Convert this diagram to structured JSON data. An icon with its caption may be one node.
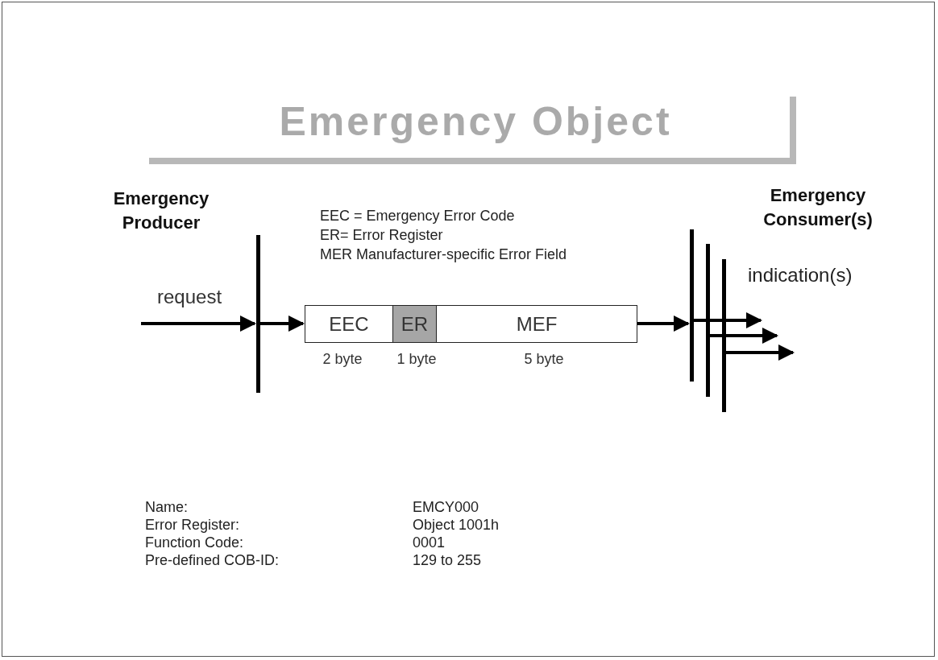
{
  "diagram": {
    "title": "Emergency Object",
    "nodes": [
      {
        "text": [],
        "shape": "bar"
      },
      {
        "text": [
          "EEC"
        ],
        "beside": [
          "2 byte"
        ]
      },
      {
        "text": [
          "ER"
        ],
        "beside": [
          "1 byte"
        ]
      },
      {
        "text": [
          "MEF"
        ],
        "beside": [
          "5 byte"
        ]
      },
      {
        "text": [],
        "shape": "bar"
      },
      {
        "text": [],
        "shape": "bar"
      },
      {
        "text": [],
        "shape": "bar"
      }
    ],
    "edges": [
      {
        "from": null,
        "to": 0,
        "arrow": "to",
        "label": "request"
      },
      {
        "from": 0,
        "to": 1,
        "arrow": "to"
      },
      {
        "from": 3,
        "to": 4,
        "arrow": "to"
      },
      {
        "from": 4,
        "to": null,
        "arrow": "to"
      },
      {
        "from": 5,
        "to": null,
        "arrow": "to"
      },
      {
        "from": 6,
        "to": null,
        "arrow": "to"
      }
    ],
    "labels": [
      "Emergency Producer",
      "Emergency Consumer(s)",
      "EEC = Emergency Error Code",
      "ER= Error Register",
      "MER Manufacturer-specific Error Field",
      "indication(s)",
      "Name:",
      "EMCY000",
      "Error Register:",
      "Object 1001h",
      "Function Code:",
      "0001",
      "Pre-defined COB-ID:",
      "129 to 255"
    ]
  }
}
